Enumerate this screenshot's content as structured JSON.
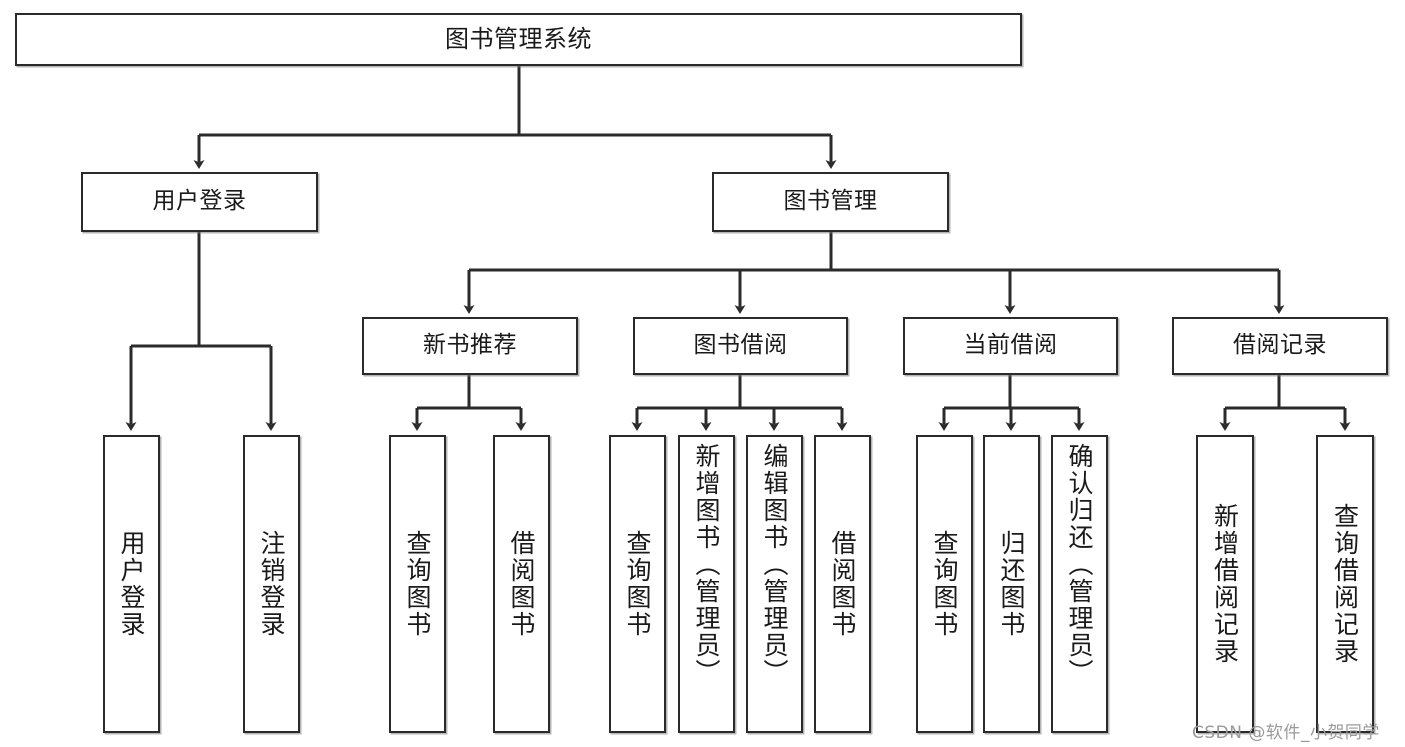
{
  "diagram": {
    "type": "tree",
    "title": "图书管理系统",
    "colors": {
      "stroke": "#2b2b2b",
      "fill": "#ffffff",
      "text": "#1a1a1a",
      "watermark": "#9a9a9a"
    },
    "root": {
      "label": "图书管理系统"
    },
    "level1": [
      {
        "label": "用户登录"
      },
      {
        "label": "图书管理"
      }
    ],
    "level2": [
      {
        "label": "新书推荐"
      },
      {
        "label": "图书借阅"
      },
      {
        "label": "当前借阅"
      },
      {
        "label": "借阅记录"
      }
    ],
    "leaves": {
      "user_login": [
        {
          "label": "用户登录"
        },
        {
          "label": "注销登录"
        }
      ],
      "new_book": [
        {
          "label": "查询图书"
        },
        {
          "label": "借阅图书"
        }
      ],
      "book_borrow": [
        {
          "label": "查询图书"
        },
        {
          "label": "新增图书（管理员）"
        },
        {
          "label": "编辑图书（管理员）"
        },
        {
          "label": "借阅图书"
        }
      ],
      "current_borrow": [
        {
          "label": "查询图书"
        },
        {
          "label": "归还图书"
        },
        {
          "label": "确认归还（管理员）"
        }
      ],
      "borrow_record": [
        {
          "label": "新增借阅记录"
        },
        {
          "label": "查询借阅记录"
        }
      ]
    }
  },
  "watermark": {
    "text": "CSDN @软件_小贺同学"
  }
}
